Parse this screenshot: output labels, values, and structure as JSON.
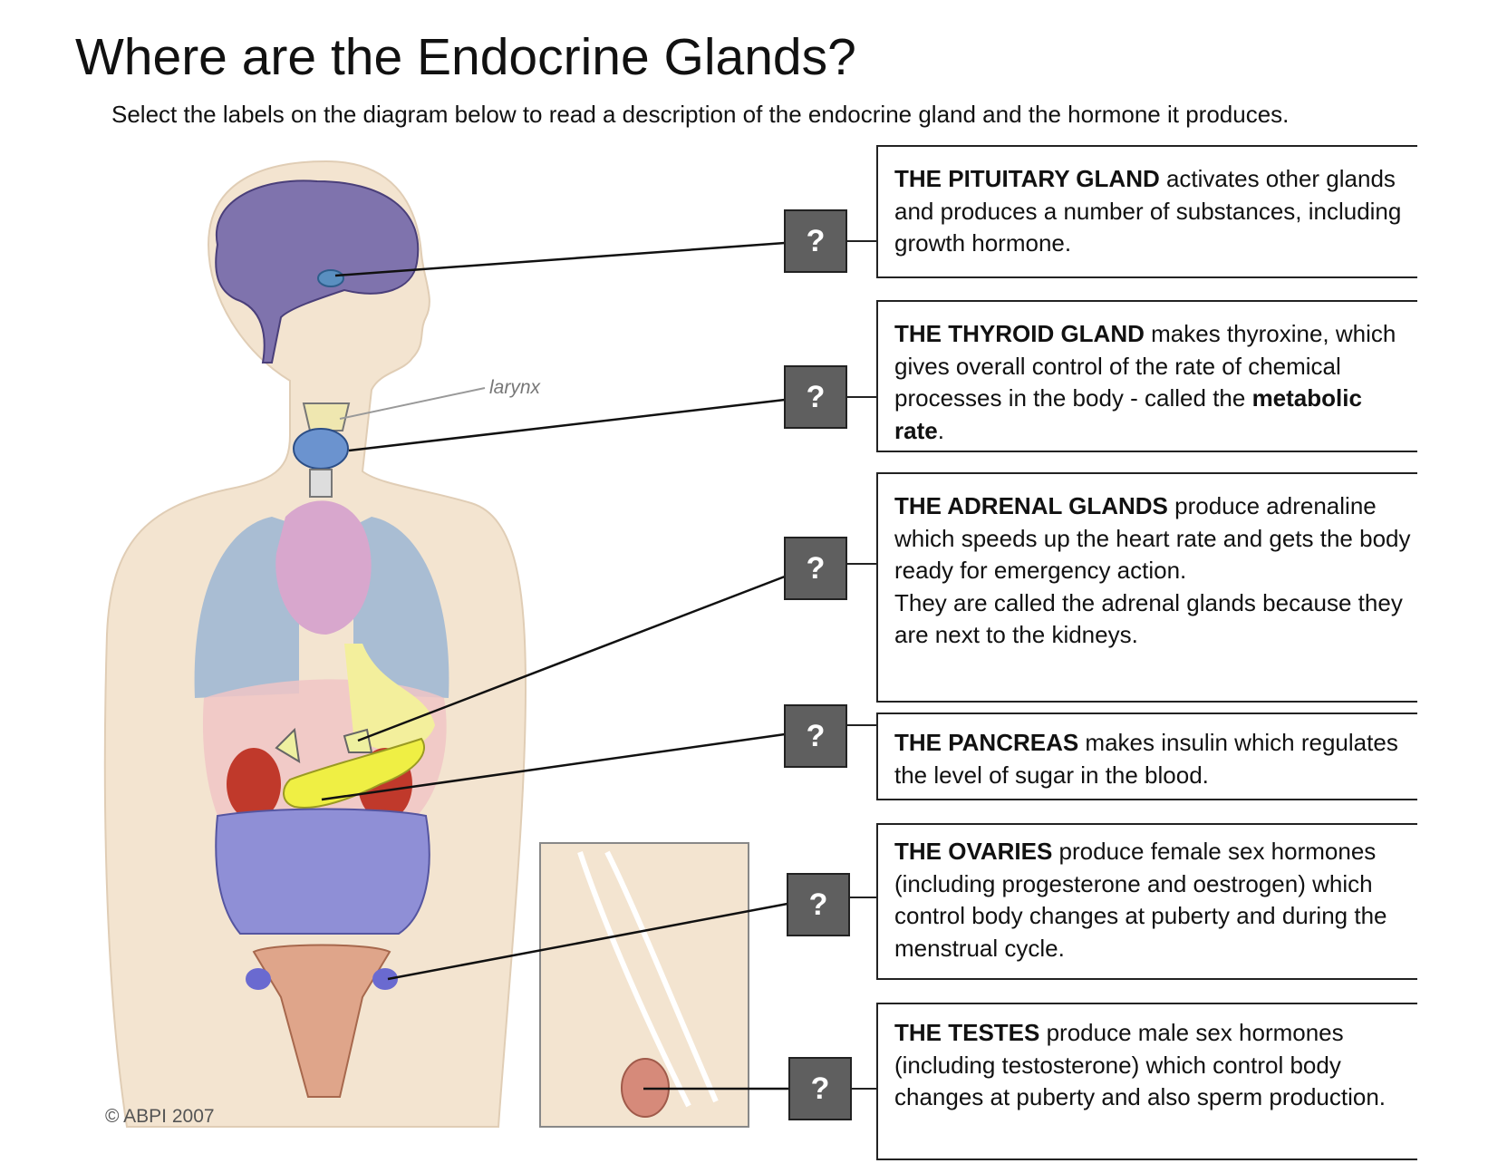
{
  "title": "Where are the Endocrine Glands?",
  "subtitle": "Select the labels on the diagram below to read a description of the endocrine gland and the hormone it produces.",
  "diagram": {
    "larynx_label": "larynx",
    "copyright": "© ABPI 2007"
  },
  "label_button": "?",
  "glands": [
    {
      "name": "THE PITUITARY GLAND",
      "text": " activates other glands and produces a number of substances, including growth hormone."
    },
    {
      "name": "THE THYROID GLAND",
      "text": " makes thyroxine, which gives overall control of the rate of chemical processes in the body - called the ",
      "emph": "metabolic rate",
      "after": "."
    },
    {
      "name": "THE ADRENAL GLANDS",
      "text": " produce adrenaline which speeds up the heart rate and gets the body ready for emergency action.",
      "text2": "They are called the adrenal glands because they are next to the kidneys."
    },
    {
      "name": "THE PANCREAS",
      "text": " makes insulin which regulates the level of sugar in the blood."
    },
    {
      "name": "THE OVARIES",
      "text": " produce female sex hormones (including progesterone and oestrogen) which control body changes at puberty and during the menstrual cycle."
    },
    {
      "name": "THE TESTES",
      "text": " produce male sex hormones (including testosterone) which control body changes at puberty and also sperm production."
    }
  ]
}
